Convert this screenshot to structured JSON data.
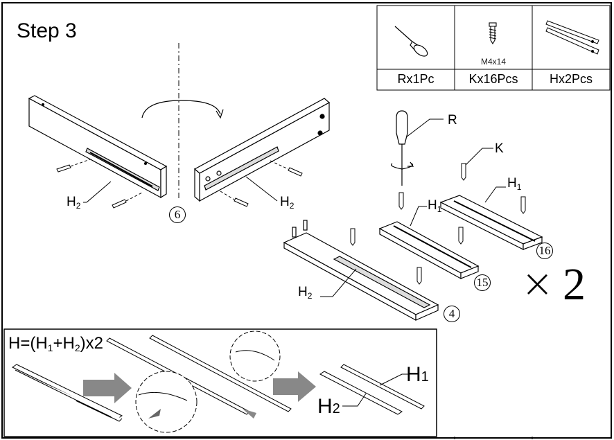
{
  "step": {
    "title": "Step 3"
  },
  "parts": [
    {
      "label": "Rx1Pc",
      "icon": "screwdriver-icon"
    },
    {
      "label": "Kx16Pcs",
      "icon": "screw-icon",
      "spec": "M4x14"
    },
    {
      "label": "Hx2Pcs",
      "icon": "slide-rail-icon"
    }
  ],
  "callouts": {
    "h2_left": "H",
    "h2_left_sub": "2",
    "h2_right": "H",
    "h2_right_sub": "2",
    "r": "R",
    "k": "K",
    "h1_upper": "H",
    "h1_upper_sub": "1",
    "h1_mid": "H",
    "h1_mid_sub": "1",
    "h2_bottom": "H",
    "h2_bottom_sub": "2"
  },
  "part_numbers": {
    "left_panel": "6",
    "board_a": "4",
    "board_b": "15",
    "board_c": "16"
  },
  "multiplier": {
    "sign": "×",
    "count": "2"
  },
  "inset": {
    "formula_pre": "H=(H",
    "formula_s1": "1",
    "formula_mid": "+H",
    "formula_s2": "2",
    "formula_post": ")x2",
    "h1_label": "H",
    "h1_sub": "1",
    "h2_label": "H",
    "h2_sub": "2"
  }
}
